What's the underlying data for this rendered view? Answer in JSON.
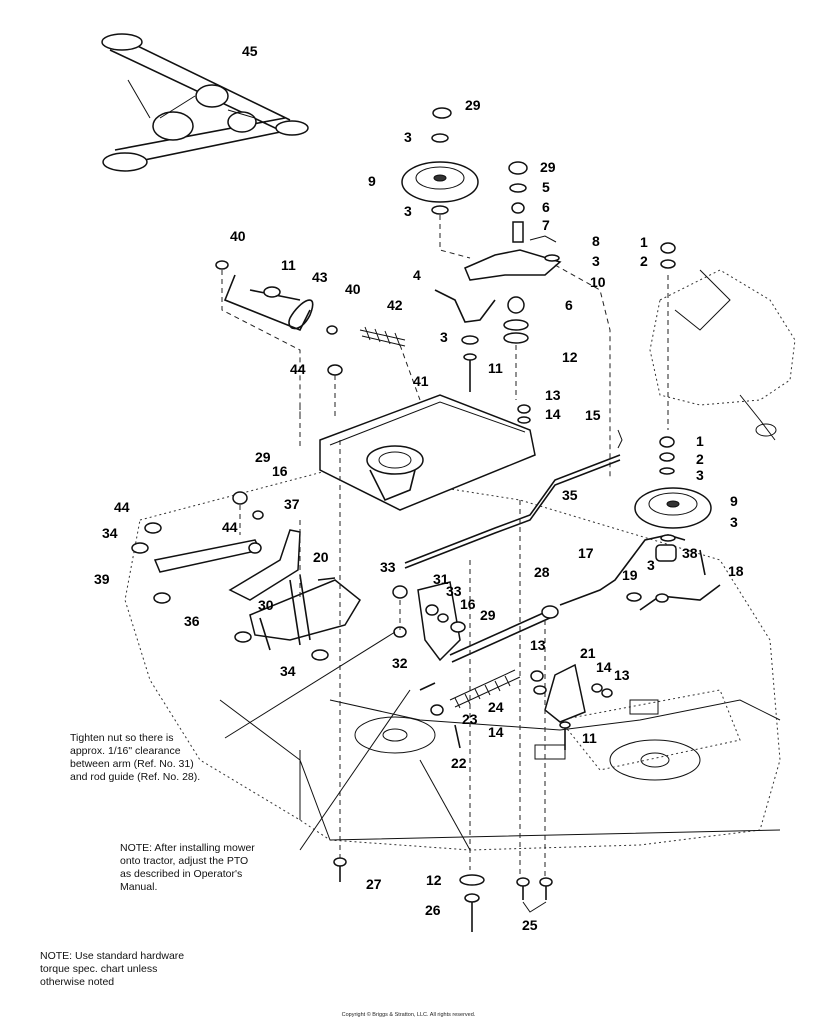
{
  "callouts": {
    "c45": "45",
    "c29a": "29",
    "c3a": "3",
    "c9a": "9",
    "c3b": "3",
    "c29b": "29",
    "c5": "5",
    "c6a": "6",
    "c7": "7",
    "c8": "8",
    "c3c": "3",
    "c10": "10",
    "c40a": "40",
    "c11a": "11",
    "c43": "43",
    "c40b": "40",
    "c42": "42",
    "c4": "4",
    "c6b": "6",
    "c3d": "3",
    "c12a": "12",
    "c11b": "11",
    "c1a": "1",
    "c2a": "2",
    "c44a": "44",
    "c41": "41",
    "c13a": "13",
    "c14a": "14",
    "c15": "15",
    "c1b": "1",
    "c2b": "2",
    "c3e": "3",
    "c29c": "29",
    "c16a": "16",
    "c37": "37",
    "c35": "35",
    "c9b": "9",
    "c3f": "3",
    "c44b": "44",
    "c34a": "34",
    "c44c": "44",
    "c39": "39",
    "c20": "20",
    "c38": "38",
    "c17": "17",
    "c3g": "3",
    "c18": "18",
    "c19": "19",
    "c33a": "33",
    "c31": "31",
    "c33b": "33",
    "c16b": "16",
    "c29d": "29",
    "c28": "28",
    "c36": "36",
    "c30": "30",
    "c13b": "13",
    "c21": "21",
    "c14b": "14",
    "c13c": "13",
    "c34b": "34",
    "c32": "32",
    "c24": "24",
    "c23": "23",
    "c14c": "14",
    "c11c": "11",
    "c22": "22",
    "c27": "27",
    "c12b": "12",
    "c26": "26",
    "c25": "25"
  },
  "notes": {
    "clearance": [
      "Tighten nut so there is",
      "approx. 1/16\" clearance",
      "between arm (Ref. No. 31)",
      "and rod guide (Ref. No. 28)."
    ],
    "pto": [
      "NOTE: After installing mower",
      "onto tractor, adjust the PTO",
      "as described in Operator's",
      "Manual."
    ],
    "hardware": [
      "NOTE: Use standard hardware",
      "torque spec. chart unless",
      "otherwise noted"
    ]
  },
  "copyright": "Copyright © Briggs & Stratton, LLC. All rights reserved."
}
